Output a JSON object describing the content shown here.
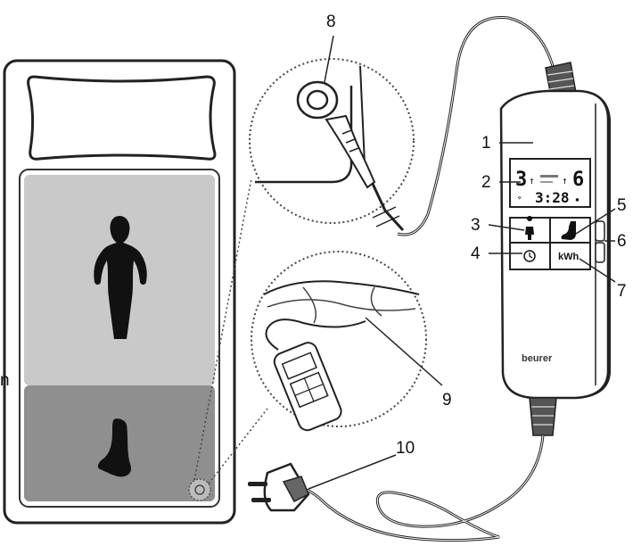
{
  "callouts": [
    "1",
    "2",
    "3",
    "4",
    "5",
    "6",
    "7",
    "8",
    "9",
    "10"
  ],
  "display": {
    "left_value": "3",
    "right_value": "6",
    "time": "3:28"
  },
  "buttons": {
    "kwh_label": "kWh"
  },
  "brand": "beurer",
  "edge_letter": "n"
}
